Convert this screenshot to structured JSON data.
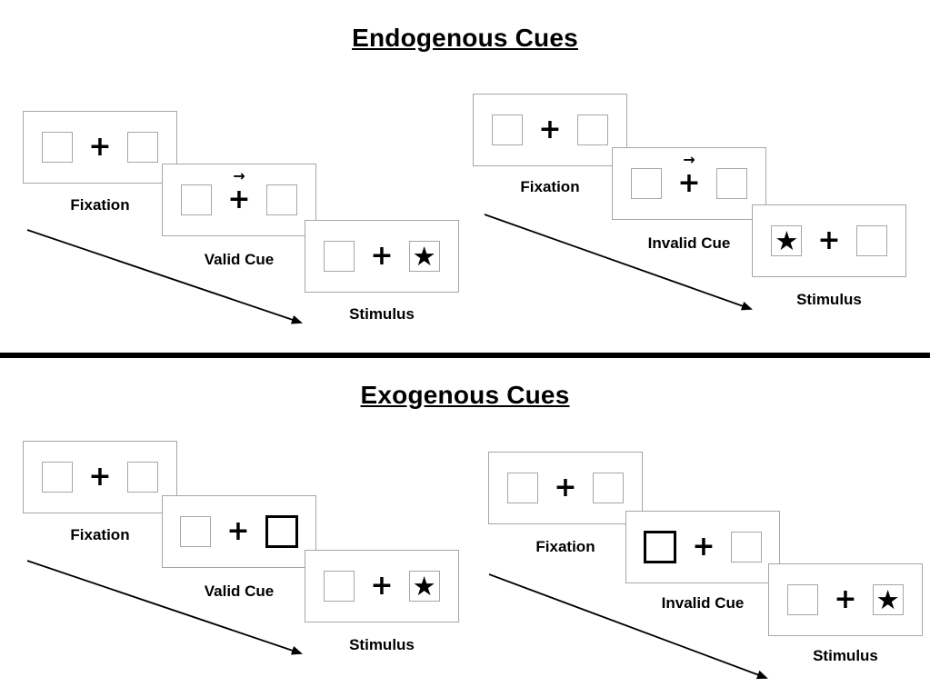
{
  "diagram": {
    "endogenous": {
      "title": "Endogenous Cues",
      "valid_sequence": {
        "fixation_label": "Fixation",
        "cue_label": "Valid Cue",
        "stimulus_label": "Stimulus"
      },
      "invalid_sequence": {
        "fixation_label": "Fixation",
        "cue_label": "Invalid Cue",
        "stimulus_label": "Stimulus"
      }
    },
    "exogenous": {
      "title": "Exogenous Cues",
      "valid_sequence": {
        "fixation_label": "Fixation",
        "cue_label": "Valid Cue",
        "stimulus_label": "Stimulus"
      },
      "invalid_sequence": {
        "fixation_label": "Fixation",
        "cue_label": "Invalid Cue",
        "stimulus_label": "Stimulus"
      }
    }
  },
  "symbols": {
    "fixation_cross": "+",
    "target_star": "★",
    "cue_arrow": "→"
  },
  "colors": {
    "ink": "#000000",
    "panel_border": "#a6a6a6",
    "background": "#ffffff"
  }
}
